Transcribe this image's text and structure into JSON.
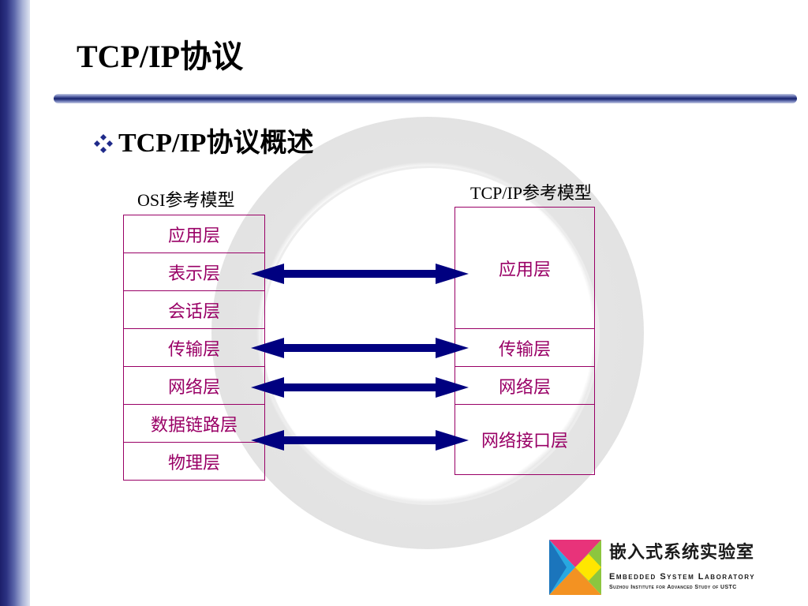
{
  "title": "TCP/IP协议",
  "subtitle": "TCP/IP协议概述",
  "bullet_icon": "four-diamond-bullet-icon",
  "diagram": {
    "osi": {
      "label": "OSI参考模型",
      "layers": [
        "应用层",
        "表示层",
        "会话层",
        "传输层",
        "网络层",
        "数据链路层",
        "物理层"
      ]
    },
    "tcpip": {
      "label": "TCP/IP参考模型",
      "layers": [
        "应用层",
        "传输层",
        "网络层",
        "网络接口层"
      ]
    },
    "arrow_color": "#000080",
    "layer_text_color": "#990066"
  },
  "footer": {
    "lab_name_cn": "嵌入式系统实验室",
    "lab_name_en": "Embedded System Laboratory",
    "lab_affiliation": "Suzhou Institute for Advanced Study of USTC"
  }
}
